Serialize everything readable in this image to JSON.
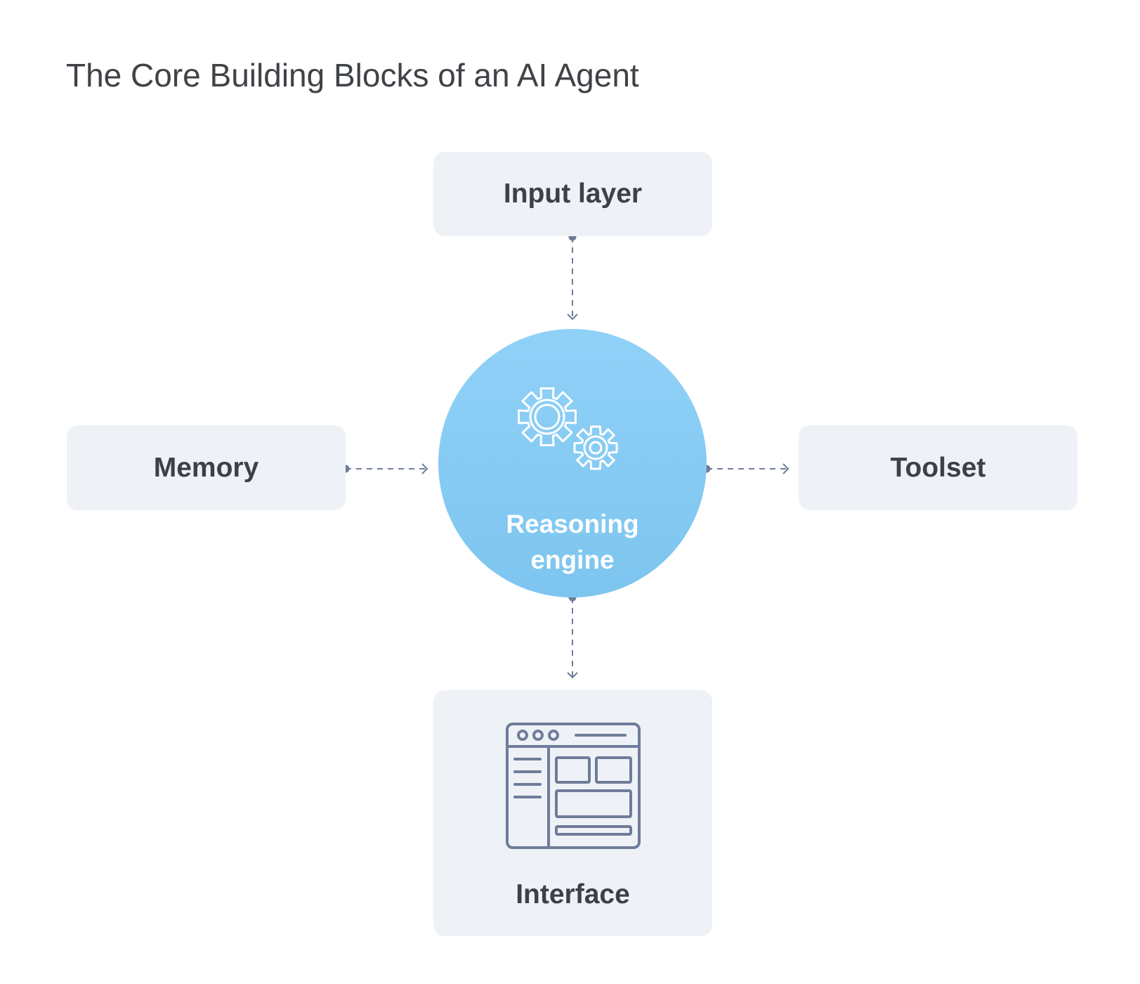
{
  "title": "The Core Building Blocks of an AI Agent",
  "blocks": {
    "input": "Input layer",
    "memory": "Memory",
    "toolset": "Toolset",
    "interface": "Interface",
    "engine": "Reasoning engine"
  },
  "icons": {
    "engine": "gears-icon",
    "interface": "browser-window-icon"
  },
  "colors": {
    "box_fill": "#eef2f7",
    "engine_fill": "#88ccf4",
    "connector": "#6f7d99",
    "label_text": "#3c4047",
    "engine_text": "#ffffff"
  }
}
